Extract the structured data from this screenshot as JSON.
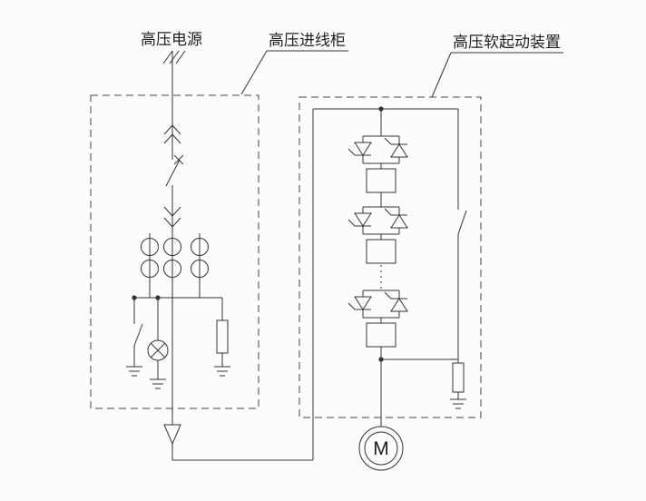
{
  "page": {
    "background_color": "#fcfcfc",
    "line_color": "#333333"
  },
  "labels": {
    "power_source": "高压电源",
    "incoming_cabinet": "高压进线柜",
    "soft_starter": "高压软起动装置"
  },
  "motor": {
    "label": "M"
  }
}
